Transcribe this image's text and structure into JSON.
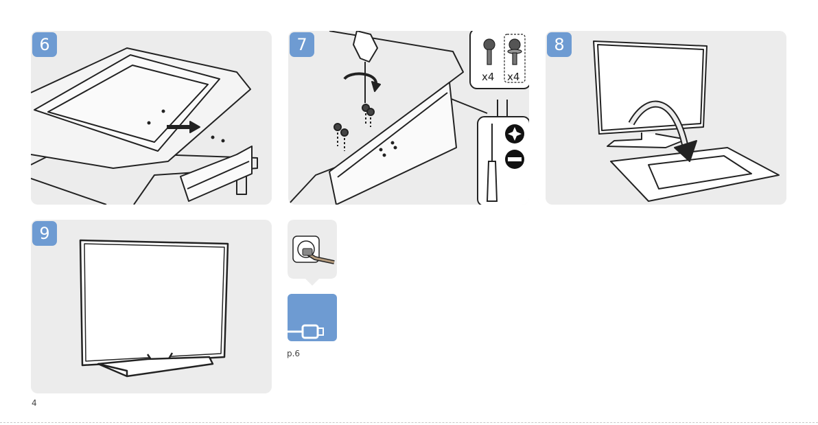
{
  "steps": [
    {
      "number": "6"
    },
    {
      "number": "7",
      "screw_count_a": "x4",
      "screw_count_b": "x4"
    },
    {
      "number": "8"
    },
    {
      "number": "9"
    }
  ],
  "connect": {
    "page_ref": "p.6"
  },
  "page_number": "4",
  "colors": {
    "badge": "#6e9bd2",
    "panel": "#ececec",
    "line": "#222222"
  }
}
